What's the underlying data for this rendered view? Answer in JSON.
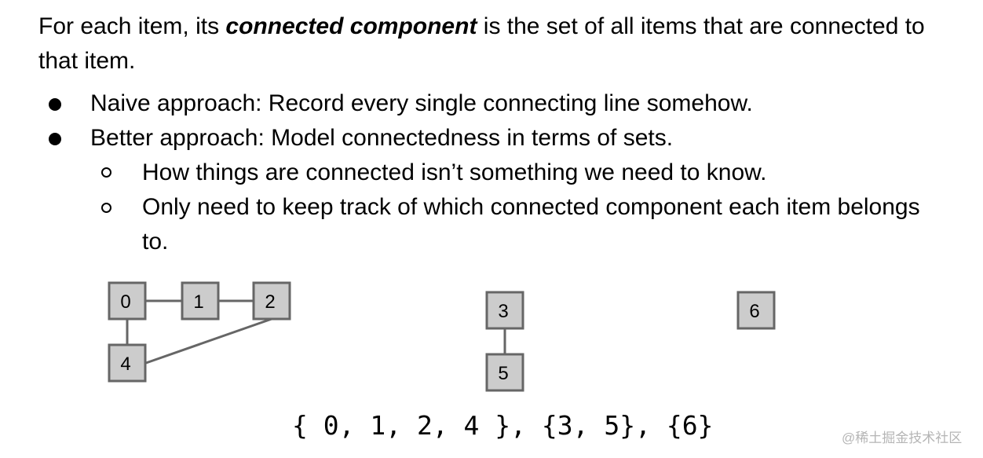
{
  "intro": {
    "prefix": "For each item, its ",
    "term": "connected component",
    "suffix": " is the set of all items that are connected to that item."
  },
  "bullets": [
    {
      "level": 1,
      "text": "Naive approach: Record every single connecting line somehow."
    },
    {
      "level": 1,
      "text": "Better approach: Model connectedness in terms of sets."
    },
    {
      "level": 2,
      "text": "How things are connected isn’t something we need to know."
    },
    {
      "level": 2,
      "text": "Only need to keep track of which connected component each item belongs to."
    }
  ],
  "diagram": {
    "nodes": [
      {
        "id": "0",
        "label": "0"
      },
      {
        "id": "1",
        "label": "1"
      },
      {
        "id": "2",
        "label": "2"
      },
      {
        "id": "3",
        "label": "3"
      },
      {
        "id": "4",
        "label": "4"
      },
      {
        "id": "5",
        "label": "5"
      },
      {
        "id": "6",
        "label": "6"
      }
    ],
    "edges": [
      [
        "0",
        "1"
      ],
      [
        "1",
        "2"
      ],
      [
        "0",
        "4"
      ],
      [
        "2",
        "4"
      ],
      [
        "3",
        "5"
      ]
    ],
    "colors": {
      "node_fill": "#cccccc",
      "node_stroke": "#666666",
      "edge": "#666666"
    }
  },
  "sets_text": "{ 0, 1, 2, 4 }, {3, 5}, {6}",
  "watermark": "@稀土掘金技术社区"
}
